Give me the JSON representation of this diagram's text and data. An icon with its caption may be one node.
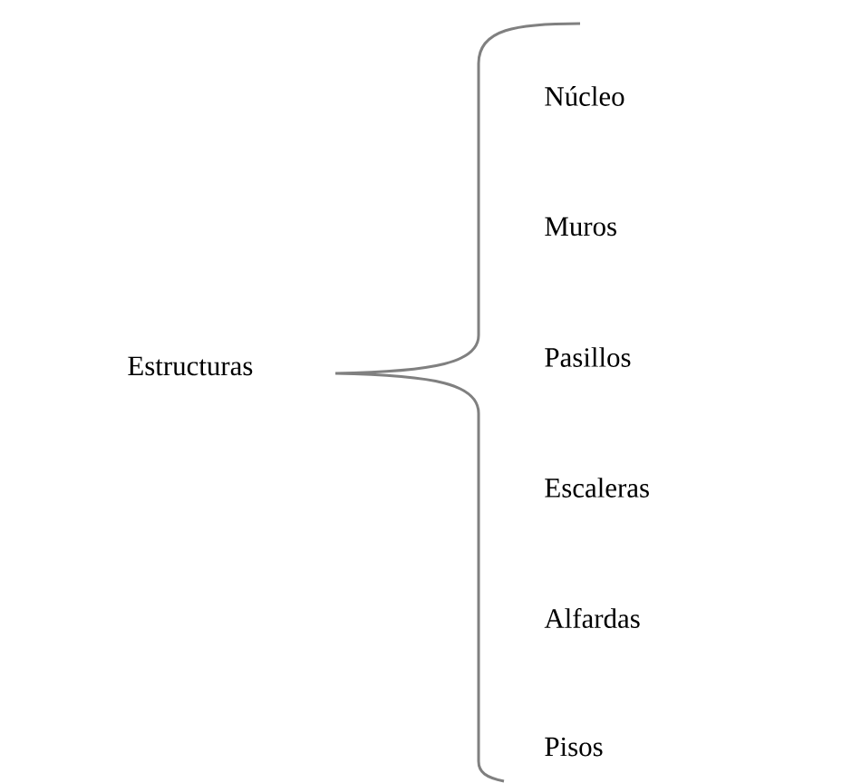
{
  "diagram": {
    "labels": [
      "Estructuras",
      "Núcleo",
      "Muros",
      "Pasillos",
      "Escaleras",
      "Alfardas",
      "Pisos"
    ]
  }
}
